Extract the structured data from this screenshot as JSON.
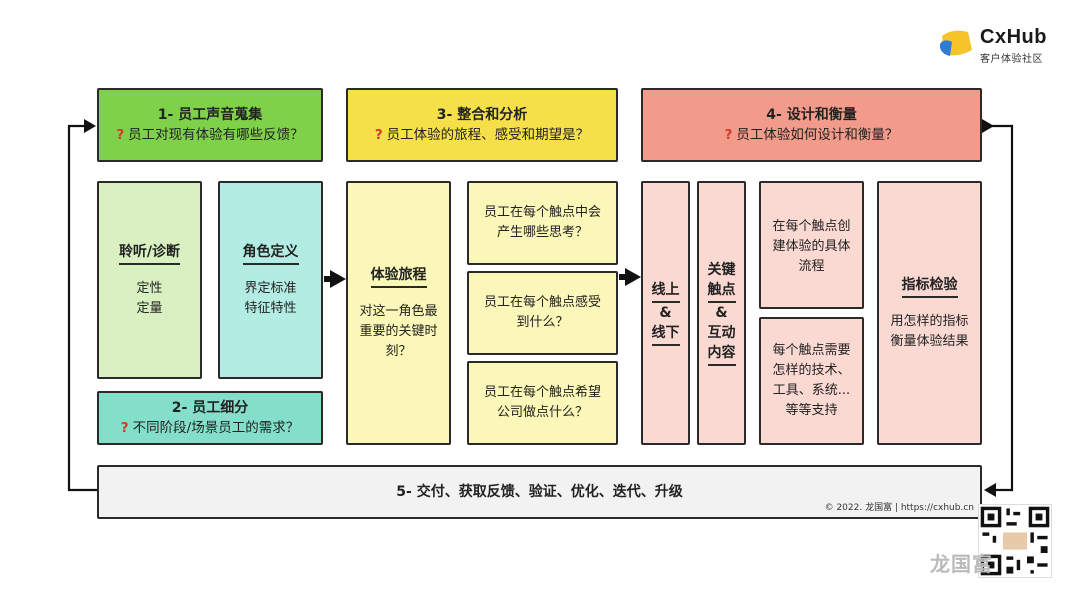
{
  "logo": {
    "title": "CxHub",
    "subtitle": "客户体验社区",
    "colors": {
      "yellow": "#f5c42b",
      "blue": "#2e7bd6"
    }
  },
  "stage1": {
    "title": "1- 员工声音蒐集",
    "qmark": "?",
    "question": "员工对现有体验有哪些反馈？"
  },
  "stage2": {
    "title": "2- 员工细分",
    "qmark": "?",
    "question": "不同阶段/场景员工的需求？"
  },
  "stage3": {
    "title": "3- 整合和分析",
    "qmark": "?",
    "question": "员工体验的旅程、感受和期望是？"
  },
  "stage4": {
    "title": "4- 设计和衡量",
    "qmark": "?",
    "question": "员工体验如何设计和衡量？"
  },
  "stage5": {
    "title": "5- 交付、获取反馈、验证、优化、迭代、升级",
    "copyright": "© 2022. 龙国富 | https://cxhub.cn"
  },
  "listen": {
    "title": "聆听/诊断",
    "lines": [
      "定性",
      "定量"
    ]
  },
  "role": {
    "title": "角色定义",
    "lines": [
      "界定标准",
      "特征特性"
    ]
  },
  "journey": {
    "title": "体验旅程",
    "lines": [
      "对这一角色最",
      "重要的关键时",
      "刻？"
    ]
  },
  "touch1": {
    "lines": [
      "员工在每个触点中会",
      "产生哪些思考？"
    ]
  },
  "touch2": {
    "lines": [
      "员工在每个触点感受",
      "到什么？"
    ]
  },
  "touch3": {
    "lines": [
      "员工在每个触点希望",
      "公司做点什么？"
    ]
  },
  "online": {
    "lines": [
      "线上",
      "&",
      "线下"
    ]
  },
  "keytouch": {
    "lines": [
      "关键",
      "触点",
      "&",
      "互动",
      "内容"
    ]
  },
  "create": {
    "lines": [
      "在每个触点创",
      "建体验的具体",
      "流程"
    ]
  },
  "support": {
    "lines": [
      "每个触点需要",
      "怎样的技术、",
      "工具、系统...",
      "等等支持"
    ]
  },
  "metric": {
    "title": "指标检验",
    "lines": [
      "用怎样的指标",
      "衡量体验结果"
    ]
  },
  "watermark": "龙国富"
}
